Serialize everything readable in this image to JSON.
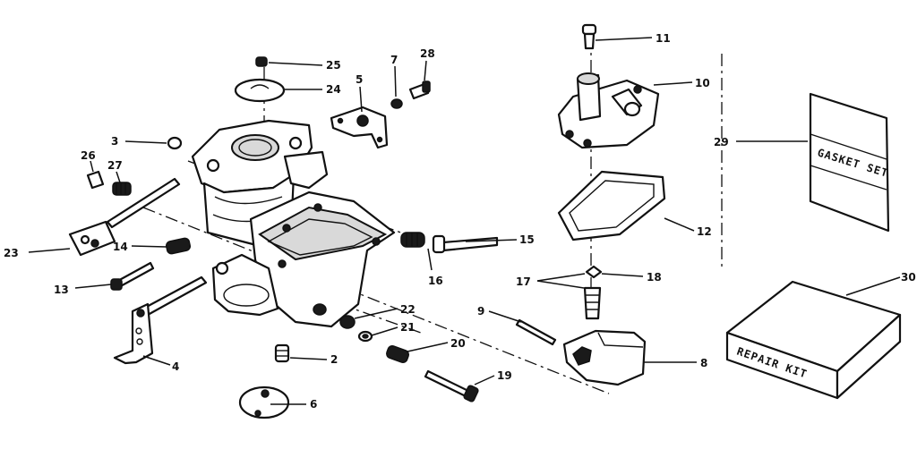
{
  "callouts": {
    "c2": "2",
    "c3": "3",
    "c4": "4",
    "c5": "5",
    "c6": "6",
    "c7": "7",
    "c8": "8",
    "c9": "9",
    "c10": "10",
    "c11": "11",
    "c12": "12",
    "c13": "13",
    "c14": "14",
    "c15": "15",
    "c16": "16",
    "c17": "17",
    "c18": "18",
    "c19": "19",
    "c20": "20",
    "c21": "21",
    "c22": "22",
    "c23": "23",
    "c24": "24",
    "c25": "25",
    "c26": "26",
    "c27": "27",
    "c28": "28",
    "c29": "29",
    "c30": "30"
  },
  "gasket_set_label": "GASKET SET",
  "repair_kit_label": "REPAIR KIT"
}
